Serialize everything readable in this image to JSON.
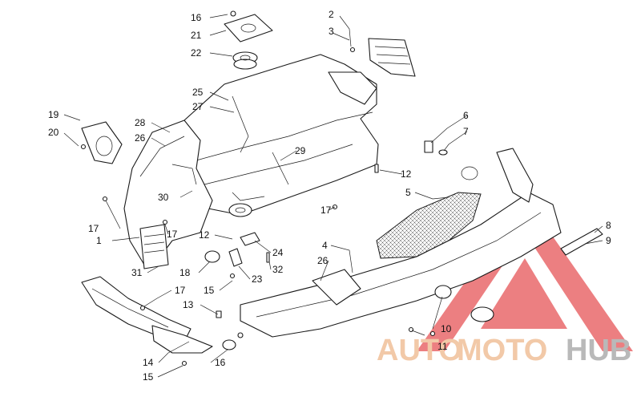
{
  "watermark": {
    "word_auto": "AUTO",
    "word_moto": "MOTO",
    "word_hub": "HUB",
    "color_auto": "#f2c9a8",
    "color_moto": "#f2c9a8",
    "color_hub": "#b9b9b9",
    "triangle_color": "#e9686b"
  },
  "callouts": [
    {
      "id": "c16a",
      "text": "16"
    },
    {
      "id": "c21",
      "text": "21"
    },
    {
      "id": "c22",
      "text": "22"
    },
    {
      "id": "c2",
      "text": "2"
    },
    {
      "id": "c3",
      "text": "3"
    },
    {
      "id": "c25",
      "text": "25"
    },
    {
      "id": "c27",
      "text": "27"
    },
    {
      "id": "c19",
      "text": "19"
    },
    {
      "id": "c20",
      "text": "20"
    },
    {
      "id": "c28",
      "text": "28"
    },
    {
      "id": "c26a",
      "text": "26"
    },
    {
      "id": "c29",
      "text": "29"
    },
    {
      "id": "c6",
      "text": "6"
    },
    {
      "id": "c7",
      "text": "7"
    },
    {
      "id": "c12a",
      "text": "12"
    },
    {
      "id": "c5",
      "text": "5"
    },
    {
      "id": "c30",
      "text": "30"
    },
    {
      "id": "c17a",
      "text": "17"
    },
    {
      "id": "c1",
      "text": "1"
    },
    {
      "id": "c17b",
      "text": "17"
    },
    {
      "id": "c12b",
      "text": "12"
    },
    {
      "id": "c17c",
      "text": "17"
    },
    {
      "id": "c8",
      "text": "8"
    },
    {
      "id": "c9",
      "text": "9"
    },
    {
      "id": "c4",
      "text": "4"
    },
    {
      "id": "c24",
      "text": "24"
    },
    {
      "id": "c18",
      "text": "18"
    },
    {
      "id": "c31",
      "text": "31"
    },
    {
      "id": "c26b",
      "text": "26"
    },
    {
      "id": "c32",
      "text": "32"
    },
    {
      "id": "c23",
      "text": "23"
    },
    {
      "id": "c17d",
      "text": "17"
    },
    {
      "id": "c15a",
      "text": "15"
    },
    {
      "id": "c13",
      "text": "13"
    },
    {
      "id": "c10",
      "text": "10"
    },
    {
      "id": "c11",
      "text": "11"
    },
    {
      "id": "c14",
      "text": "14"
    },
    {
      "id": "c16b",
      "text": "16"
    },
    {
      "id": "c15b",
      "text": "15"
    }
  ]
}
